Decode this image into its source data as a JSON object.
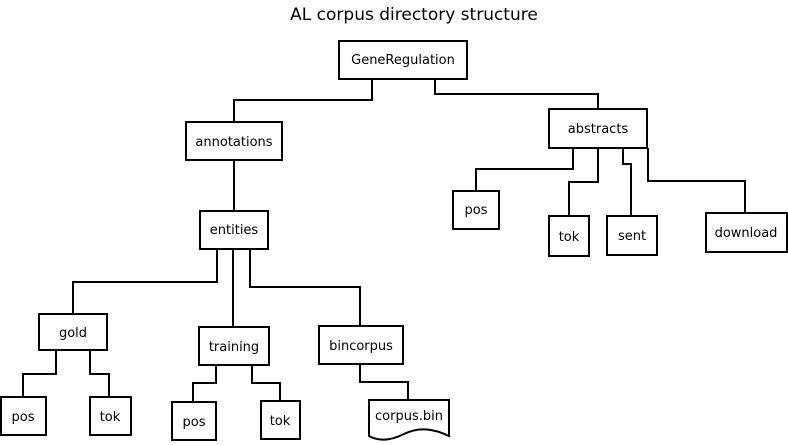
{
  "title": "AL corpus directory structure",
  "nodes": {
    "root": "GeneRegulation",
    "annotations": "annotations",
    "abstracts": "abstracts",
    "entities": "entities",
    "abstracts_pos": "pos",
    "abstracts_tok": "tok",
    "abstracts_sent": "sent",
    "abstracts_download": "download",
    "gold": "gold",
    "training": "training",
    "bincorpus": "bincorpus",
    "gold_pos": "pos",
    "gold_tok": "tok",
    "training_pos": "pos",
    "training_tok": "tok",
    "corpus_bin": "corpus.bin"
  }
}
